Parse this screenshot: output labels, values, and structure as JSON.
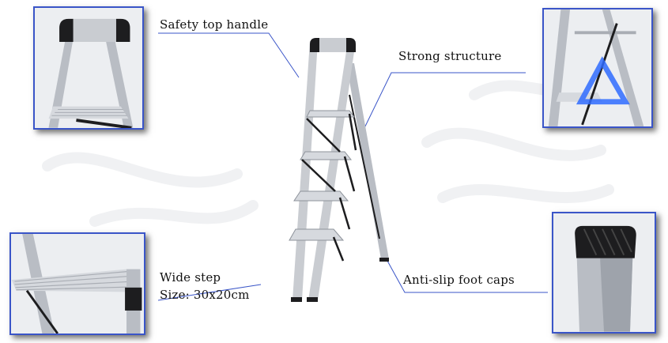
{
  "features": {
    "handle": {
      "label": "Safety top handle"
    },
    "structure": {
      "label": "Strong structure"
    },
    "step": {
      "label": "Wide step",
      "size": "Size: 30x20cm"
    },
    "foot": {
      "label": "Anti-slip foot caps"
    }
  },
  "colors": {
    "frame_border": "#3a55c8",
    "leader_line": "#3a55c8",
    "triangle_accent": "#2f6bff",
    "aluminum": "#c9ccd1",
    "black_parts": "#1d1d1f"
  },
  "icons": [
    "ladder-illustration",
    "triangle-icon"
  ]
}
